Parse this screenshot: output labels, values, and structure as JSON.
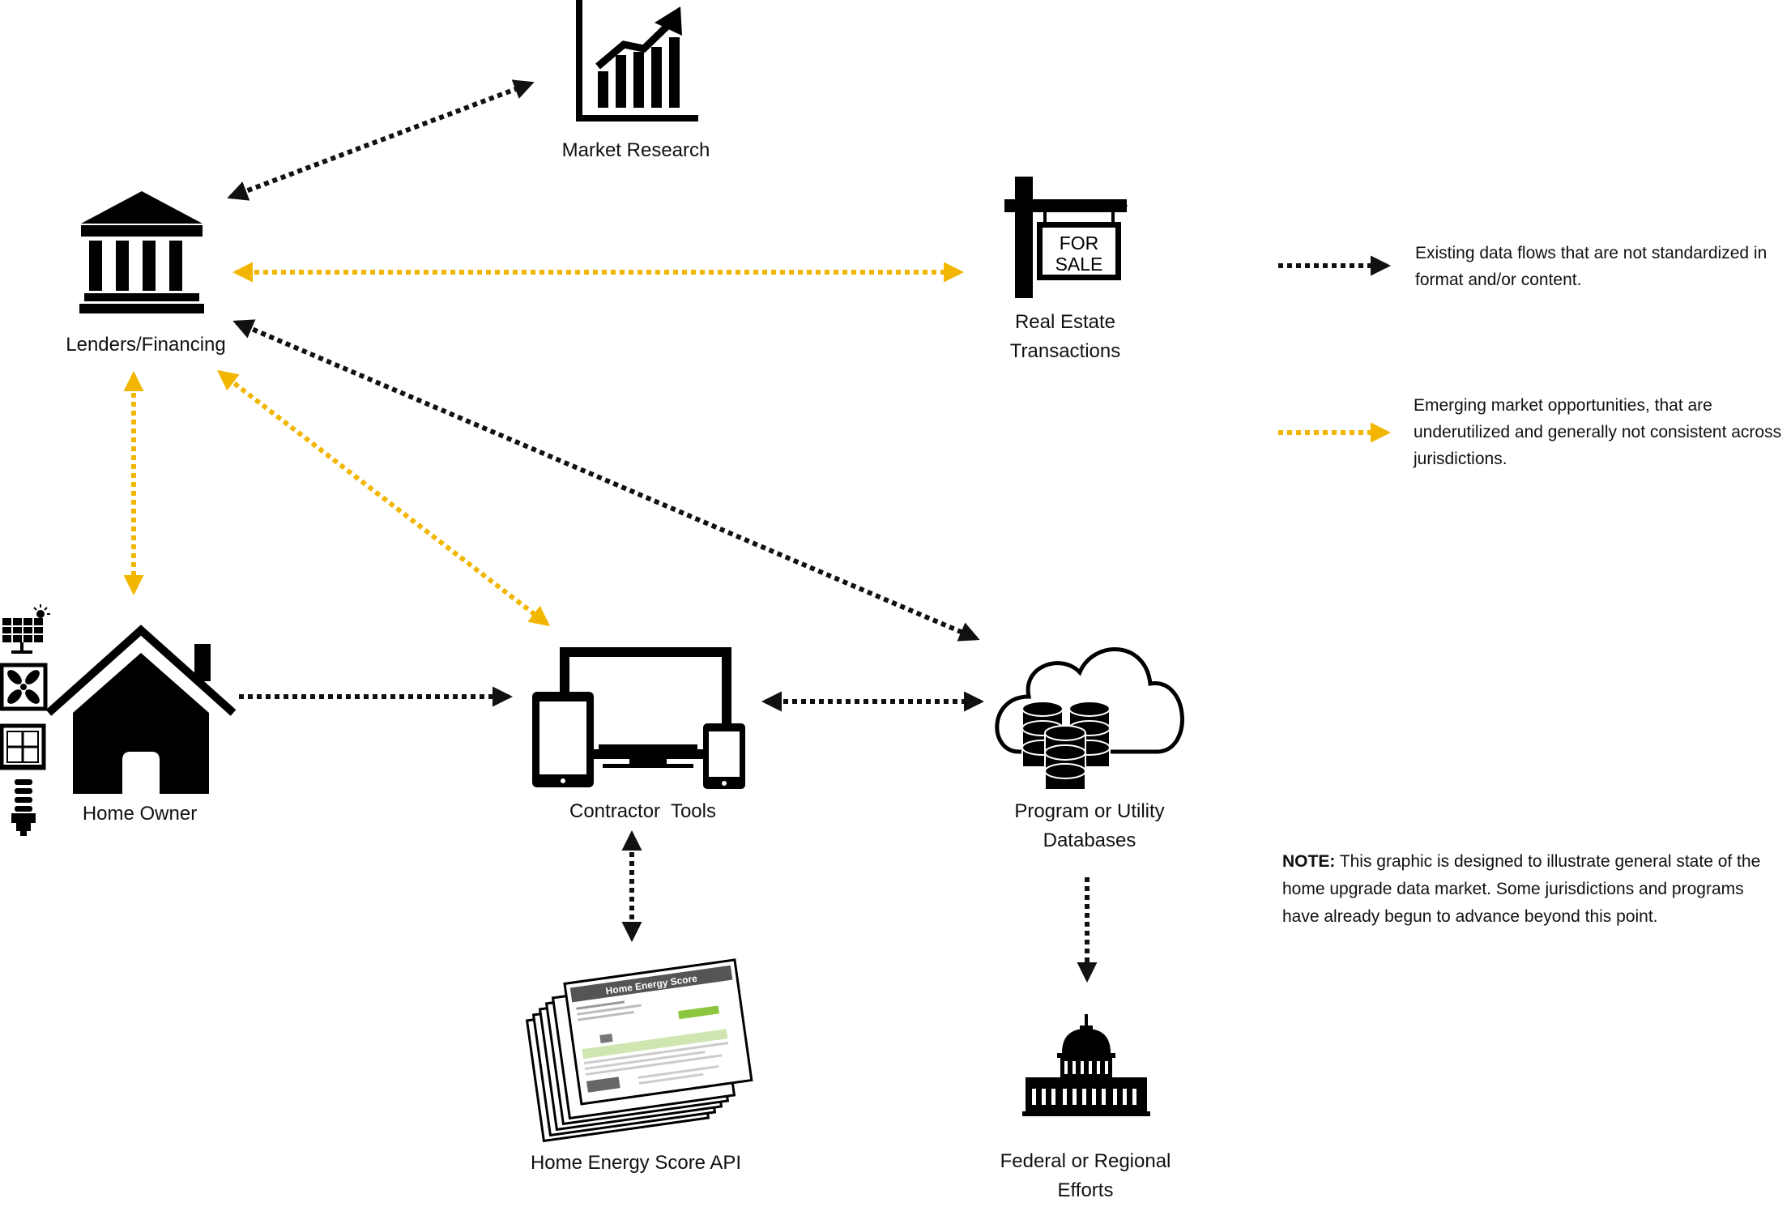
{
  "nodes": {
    "market_research": "Market Research",
    "real_estate_line1": "Real Estate",
    "real_estate_line2": "Transactions",
    "for_sale_line1": "FOR",
    "for_sale_line2": "SALE",
    "lenders": "Lenders/Financing",
    "home_owner": "Home Owner",
    "contractor_tools": "Contractor  Tools",
    "program_line1": "Program or Utility",
    "program_line2": "Databases",
    "home_energy_score_api": "Home Energy Score API",
    "federal_line1": "Federal or Regional",
    "federal_line2": "Efforts"
  },
  "report_sheet": {
    "title": "Home Energy Score"
  },
  "legend": {
    "existing_line1": "Existing data flows that are not standardized in",
    "existing_line2": "format and/or content.",
    "emerging_line1": "Emerging market opportunities, that are",
    "emerging_line2": "underutilized and generally not consistent across",
    "emerging_line3": "jurisdictions."
  },
  "note": {
    "label": "NOTE:",
    "line1": " This graphic is designed to illustrate general state of the",
    "line2": "home upgrade data market.  Some jurisdictions and programs",
    "line3": "have already begun to advance beyond this point."
  },
  "colors": {
    "existing_flow": "#111111",
    "emerging_flow": "#f2b600",
    "icon": "#000000"
  }
}
